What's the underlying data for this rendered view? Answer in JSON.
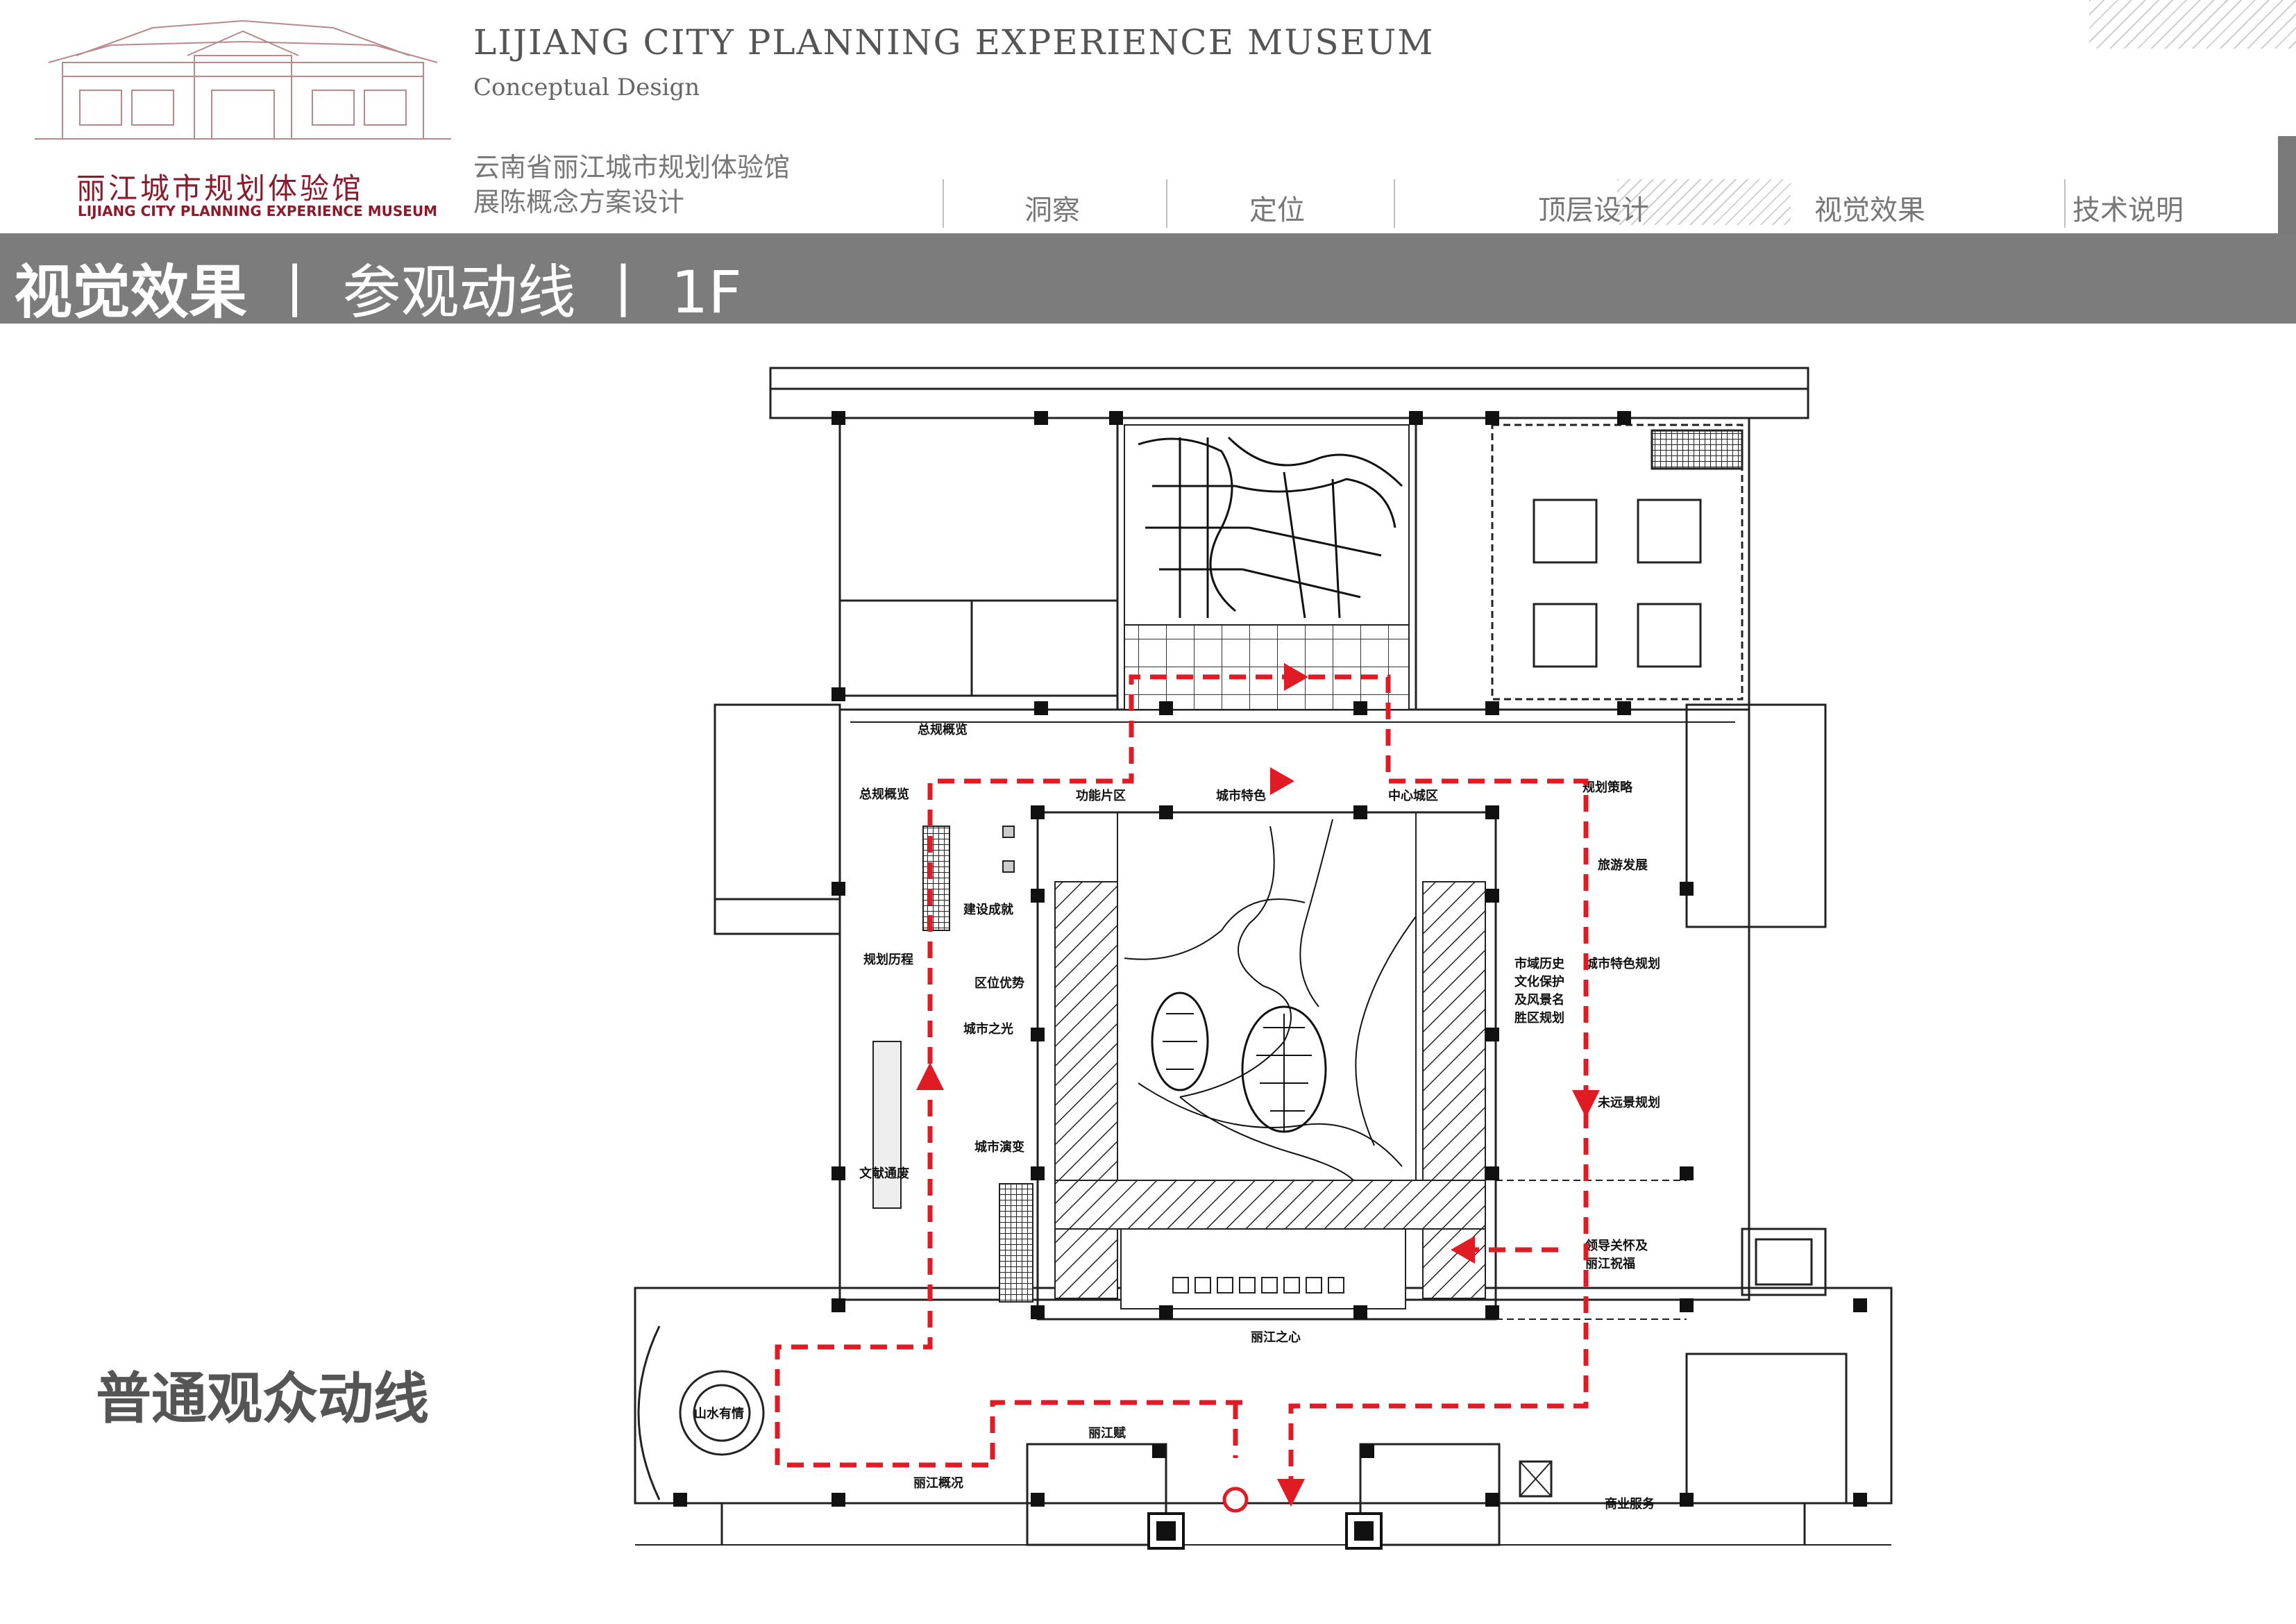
{
  "header": {
    "logo_cn": "丽江城市规划体验馆",
    "logo_en": "LIJIANG CITY PLANNING EXPERIENCE MUSEUM",
    "title_en": "LIJIANG CITY PLANNING EXPERIENCE MUSEUM",
    "subtitle_en": "Conceptual Design",
    "title_cn_line1": "云南省丽江城市规划体验馆",
    "title_cn_line2": "展陈概念方案设计"
  },
  "nav": [
    {
      "label": "洞察"
    },
    {
      "label": "定位"
    },
    {
      "label": "顶层设计"
    },
    {
      "label": "视觉效果"
    },
    {
      "label": "技术说明"
    }
  ],
  "banner": {
    "section": "视觉效果",
    "sep1": "丨",
    "topic": "参观动线",
    "sep2": "丨",
    "floor": "1F"
  },
  "legend_label": "普通观众动线",
  "plan_labels": {
    "zonggui_top": "总规概览",
    "zonggui_left": "总规概览",
    "gongneng": "功能片区",
    "chengshi_tese": "城市特色",
    "zhongxin": "中心城区",
    "guihua_celue": "规划策略",
    "lvyou": "旅游发展",
    "jianshe": "建设成就",
    "guihua_licheng": "规划历程",
    "quwei": "区位优势",
    "chengshi_zhiguang": "城市之光",
    "chengshi_yanbian": "城市演变",
    "wenxian": "文献通废",
    "lishi1": "市域历史",
    "lishi2": "文化保护",
    "lishi3": "及风景名",
    "lishi4": "胜区规划",
    "tese_guihua": "城市特色规划",
    "yuanjing": "未远景规划",
    "lingdao1": "领导关怀及",
    "lingdao2": "丽江祝福",
    "lijiang_xin": "丽江之心",
    "shanshui": "山水有情",
    "lijiang_fu": "丽江赋",
    "lijiang_gaikuang": "丽江概况",
    "shangye": "商业服务"
  },
  "colors": {
    "banner": "#7c7c7c",
    "route": "#e01b24",
    "logo": "#8b1a2b"
  }
}
